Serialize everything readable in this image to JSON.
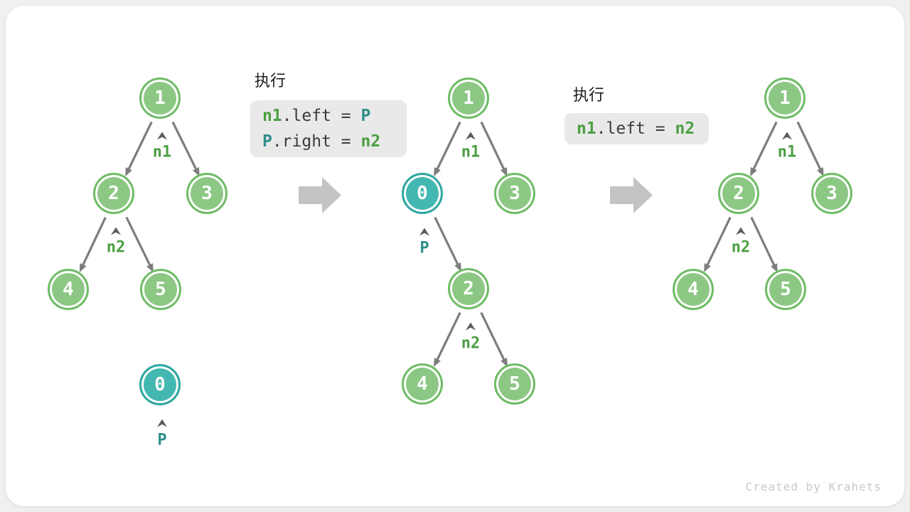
{
  "watermark": "Created by Krahets",
  "colors": {
    "node_green_fill": "#8cc884",
    "node_green_border": "#70bc67",
    "node_teal_fill": "#43b8b1",
    "node_teal_border": "#2fa7a1",
    "pointer_green": "#4c9f43",
    "pointer_teal": "#2e8f8a",
    "edge_gray": "#7d7d7d",
    "block_arrow_gray": "#c3c3c3",
    "code_box_bg": "#e9e9e9"
  },
  "trees": {
    "left": {
      "nodes": [
        "1",
        "2",
        "3",
        "4",
        "5",
        "0"
      ],
      "pointer_n1": "n1",
      "pointer_n2": "n2",
      "pointer_p": "P"
    },
    "middle": {
      "nodes": [
        "1",
        "0",
        "3",
        "2",
        "4",
        "5"
      ],
      "pointer_n1": "n1",
      "pointer_n2": "n2",
      "pointer_p": "P"
    },
    "right": {
      "nodes": [
        "1",
        "2",
        "3",
        "4",
        "5"
      ],
      "pointer_n1": "n1",
      "pointer_n2": "n2"
    }
  },
  "code_blocks": [
    {
      "title": "执行",
      "lines": [
        {
          "tokens": [
            {
              "t": "n1"
            },
            {
              "t": ".left"
            },
            {
              "t": " = "
            },
            {
              "t": "P"
            }
          ]
        },
        {
          "tokens": [
            {
              "t": "P"
            },
            {
              "t": ".right"
            },
            {
              "t": " = "
            },
            {
              "t": "n2"
            }
          ]
        }
      ]
    },
    {
      "title": "执行",
      "lines": [
        {
          "tokens": [
            {
              "t": "n1"
            },
            {
              "t": ".left"
            },
            {
              "t": " = "
            },
            {
              "t": "n2"
            }
          ]
        }
      ]
    }
  ]
}
